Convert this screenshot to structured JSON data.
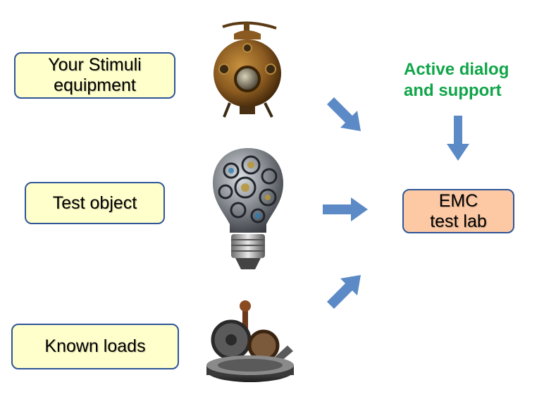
{
  "boxes": {
    "stimuli": "Your Stimuli\nequipment",
    "test_object": "Test object",
    "known_loads": "Known loads",
    "emc_lab": "EMC\ntest lab"
  },
  "support_note": "Active dialog\nand support",
  "colors": {
    "box_yellow": "#ffffcc",
    "box_orange": "#fdc9a4",
    "box_border": "#2f5597",
    "arrow": "#5b8ac6",
    "note_green": "#0fa548"
  },
  "icons": [
    "steampunk-diving-bell-illustration",
    "gear-lightbulb-illustration",
    "rusty-gear-machine-illustration",
    "arrow-icon"
  ]
}
